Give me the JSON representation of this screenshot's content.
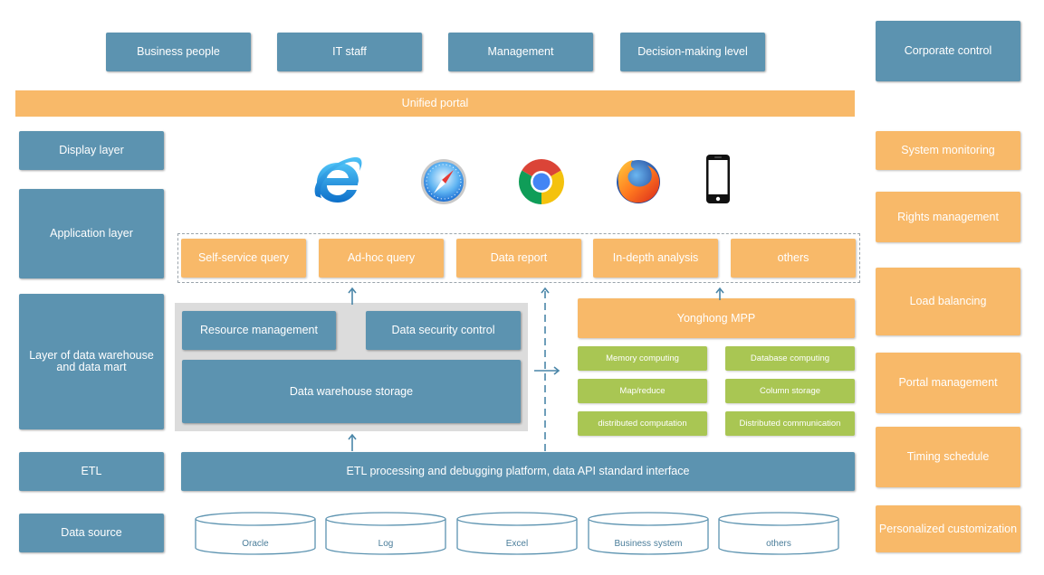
{
  "top_row": [
    "Business people",
    "IT staff",
    "Management",
    "Decision-making  level"
  ],
  "corporate_control": "Corporate control",
  "unified_portal": "Unified portal",
  "layers": [
    "Display layer",
    "Application layer",
    "Layer of data warehouse and data mart",
    "ETL",
    "Data source"
  ],
  "right_column": [
    "System monitoring",
    "Rights management",
    "Load balancing",
    "Portal management",
    "Timing schedule",
    "Personalized customization"
  ],
  "display_icons": [
    "internet-explorer-icon",
    "safari-icon",
    "chrome-icon",
    "firefox-icon",
    "smartphone-icon"
  ],
  "applications": [
    "Self-service query",
    "Ad-hoc query",
    "Data report",
    "In-depth analysis",
    "others"
  ],
  "warehouse": {
    "resource_management": "Resource management",
    "data_security_control": "Data security control",
    "storage": "Data warehouse storage"
  },
  "mpp": {
    "title": "Yonghong MPP",
    "features": [
      "Memory computing",
      "Database computing",
      "Map/reduce",
      "Column storage",
      "distributed computation",
      "Distributed communication"
    ]
  },
  "etl_platform": "ETL processing and debugging platform, data API standard interface",
  "data_sources": [
    "Oracle",
    "Log",
    "Excel",
    "Business system",
    "others"
  ],
  "colors": {
    "blue": "#5c93b0",
    "orange": "#f8b969",
    "green": "#a9c653",
    "panel_gray": "#dcdcdc"
  }
}
